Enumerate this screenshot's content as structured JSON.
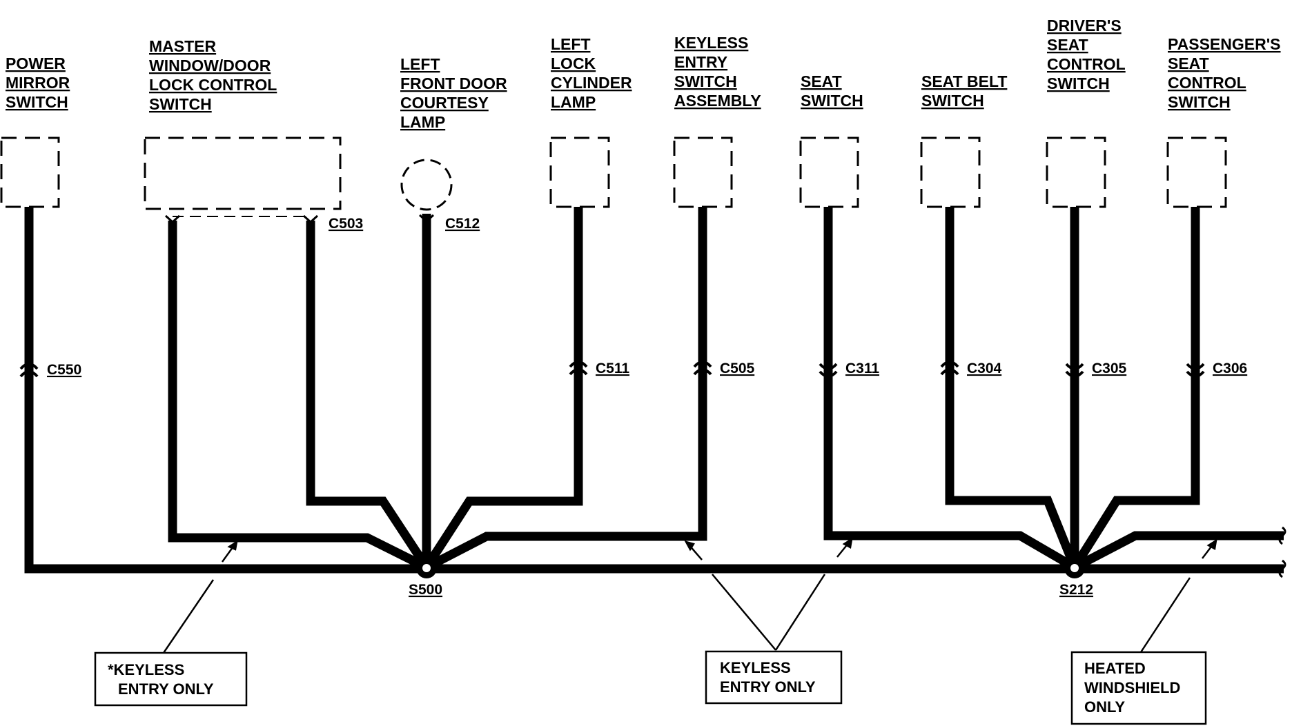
{
  "components": {
    "power_mirror": [
      "POWER",
      "MIRROR",
      "SWITCH"
    ],
    "master_window": [
      "MASTER",
      "WINDOW/DOOR",
      "LOCK CONTROL",
      "SWITCH"
    ],
    "left_front_door": [
      "LEFT",
      "FRONT DOOR",
      "COURTESY",
      "LAMP"
    ],
    "left_lock": [
      "LEFT",
      "LOCK",
      "CYLINDER",
      "LAMP"
    ],
    "keyless_entry": [
      "KEYLESS",
      "ENTRY",
      "SWITCH",
      "ASSEMBLY"
    ],
    "seat_switch": [
      "SEAT",
      "SWITCH"
    ],
    "seat_belt": [
      "SEAT BELT",
      "SWITCH"
    ],
    "drivers_seat": [
      "DRIVER'S",
      "SEAT",
      "CONTROL",
      "SWITCH"
    ],
    "passengers_seat": [
      "PASSENGER'S",
      "SEAT",
      "CONTROL",
      "SWITCH"
    ]
  },
  "connectors": {
    "c503": "C503",
    "c512": "C512",
    "c550": "C550",
    "c511": "C511",
    "c505": "C505",
    "c311": "C311",
    "c304": "C304",
    "c305": "C305",
    "c306": "C306"
  },
  "splices": {
    "s500": "S500",
    "s212": "S212"
  },
  "notes": {
    "keyless_star": [
      "*KEYLESS",
      "ENTRY ONLY"
    ],
    "keyless": [
      "KEYLESS",
      "ENTRY ONLY"
    ],
    "heated": [
      "HEATED",
      "WINDSHIELD",
      "ONLY"
    ]
  },
  "colors": {
    "ink": "#000000",
    "paper": "#ffffff"
  }
}
